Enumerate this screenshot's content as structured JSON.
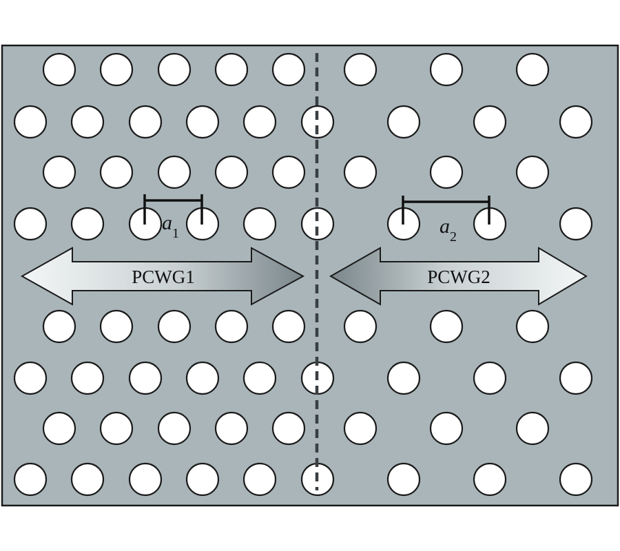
{
  "labels": {
    "left_waveguide": "PCWG1",
    "right_waveguide": "PCWG2",
    "left_lattice_symbol": "a",
    "left_lattice_subscript": "1",
    "right_lattice_symbol": "a",
    "right_lattice_subscript": "2"
  },
  "colors": {
    "background_panel": "#a9b5b9",
    "hole_fill": "#ffffff",
    "outline": "#1a1a1a",
    "interface_line": "#3a3f42"
  }
}
